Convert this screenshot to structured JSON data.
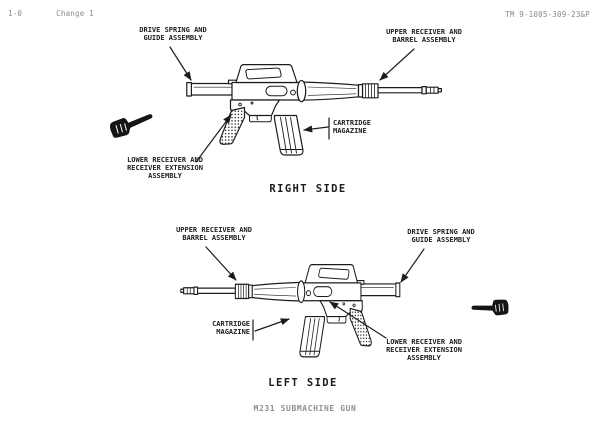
{
  "page": {
    "page_number": "1-0",
    "change_notice": "Change 1",
    "tm_number": "TM 9-1005-309-23&P",
    "figure_caption": "M231 SUBMACHINE GUN"
  },
  "right_side_view": {
    "caption": "RIGHT SIDE",
    "labels": {
      "drive_spring": [
        "DRIVE SPRING AND",
        "GUIDE ASSEMBLY"
      ],
      "upper_receiver": [
        "UPPER RECEIVER AND",
        "BARREL ASSEMBLY"
      ],
      "lower_receiver": [
        "LOWER RECEIVER AND",
        "RECEIVER EXTENSION",
        "ASSEMBLY"
      ],
      "cartridge_magazine": [
        "CARTRIDGE",
        "MAGAZINE"
      ]
    }
  },
  "left_side_view": {
    "caption": "LEFT SIDE",
    "labels": {
      "upper_receiver": [
        "UPPER RECEIVER AND",
        "BARREL ASSEMBLY"
      ],
      "drive_spring": [
        "DRIVE SPRING AND",
        "GUIDE ASSEMBLY"
      ],
      "cartridge_magazine": [
        "CARTRIDGE",
        "MAGAZINE"
      ],
      "lower_receiver": [
        "LOWER RECEIVER AND",
        "RECEIVER EXTENSION",
        "ASSEMBLY"
      ]
    }
  },
  "colors": {
    "ink": "#1c1c1c",
    "muted": "#8a8a8a",
    "paper": "#ffffff"
  }
}
